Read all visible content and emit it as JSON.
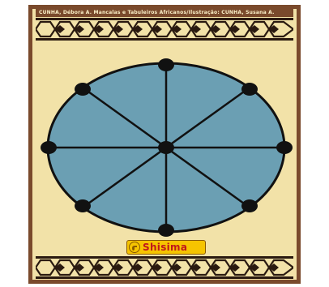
{
  "credit": {
    "text": "CUNHA, Débora A. Mancalas e Tabuleiros Africanos/Ilustração: CUNHA, Susana A."
  },
  "game": {
    "title": "Shisima",
    "board_shape": "octagon-like circle with 8 radial lines",
    "points": 9
  },
  "colors": {
    "frame": "#7a4a2c",
    "background": "#f2e2a8",
    "board_fill": "#6b9fb3",
    "lines": "#111111",
    "points": "#111111",
    "logo_bg": "#f6c400",
    "logo_text": "#c0171b"
  },
  "icons": {
    "logo": "hand-pointer-icon"
  }
}
